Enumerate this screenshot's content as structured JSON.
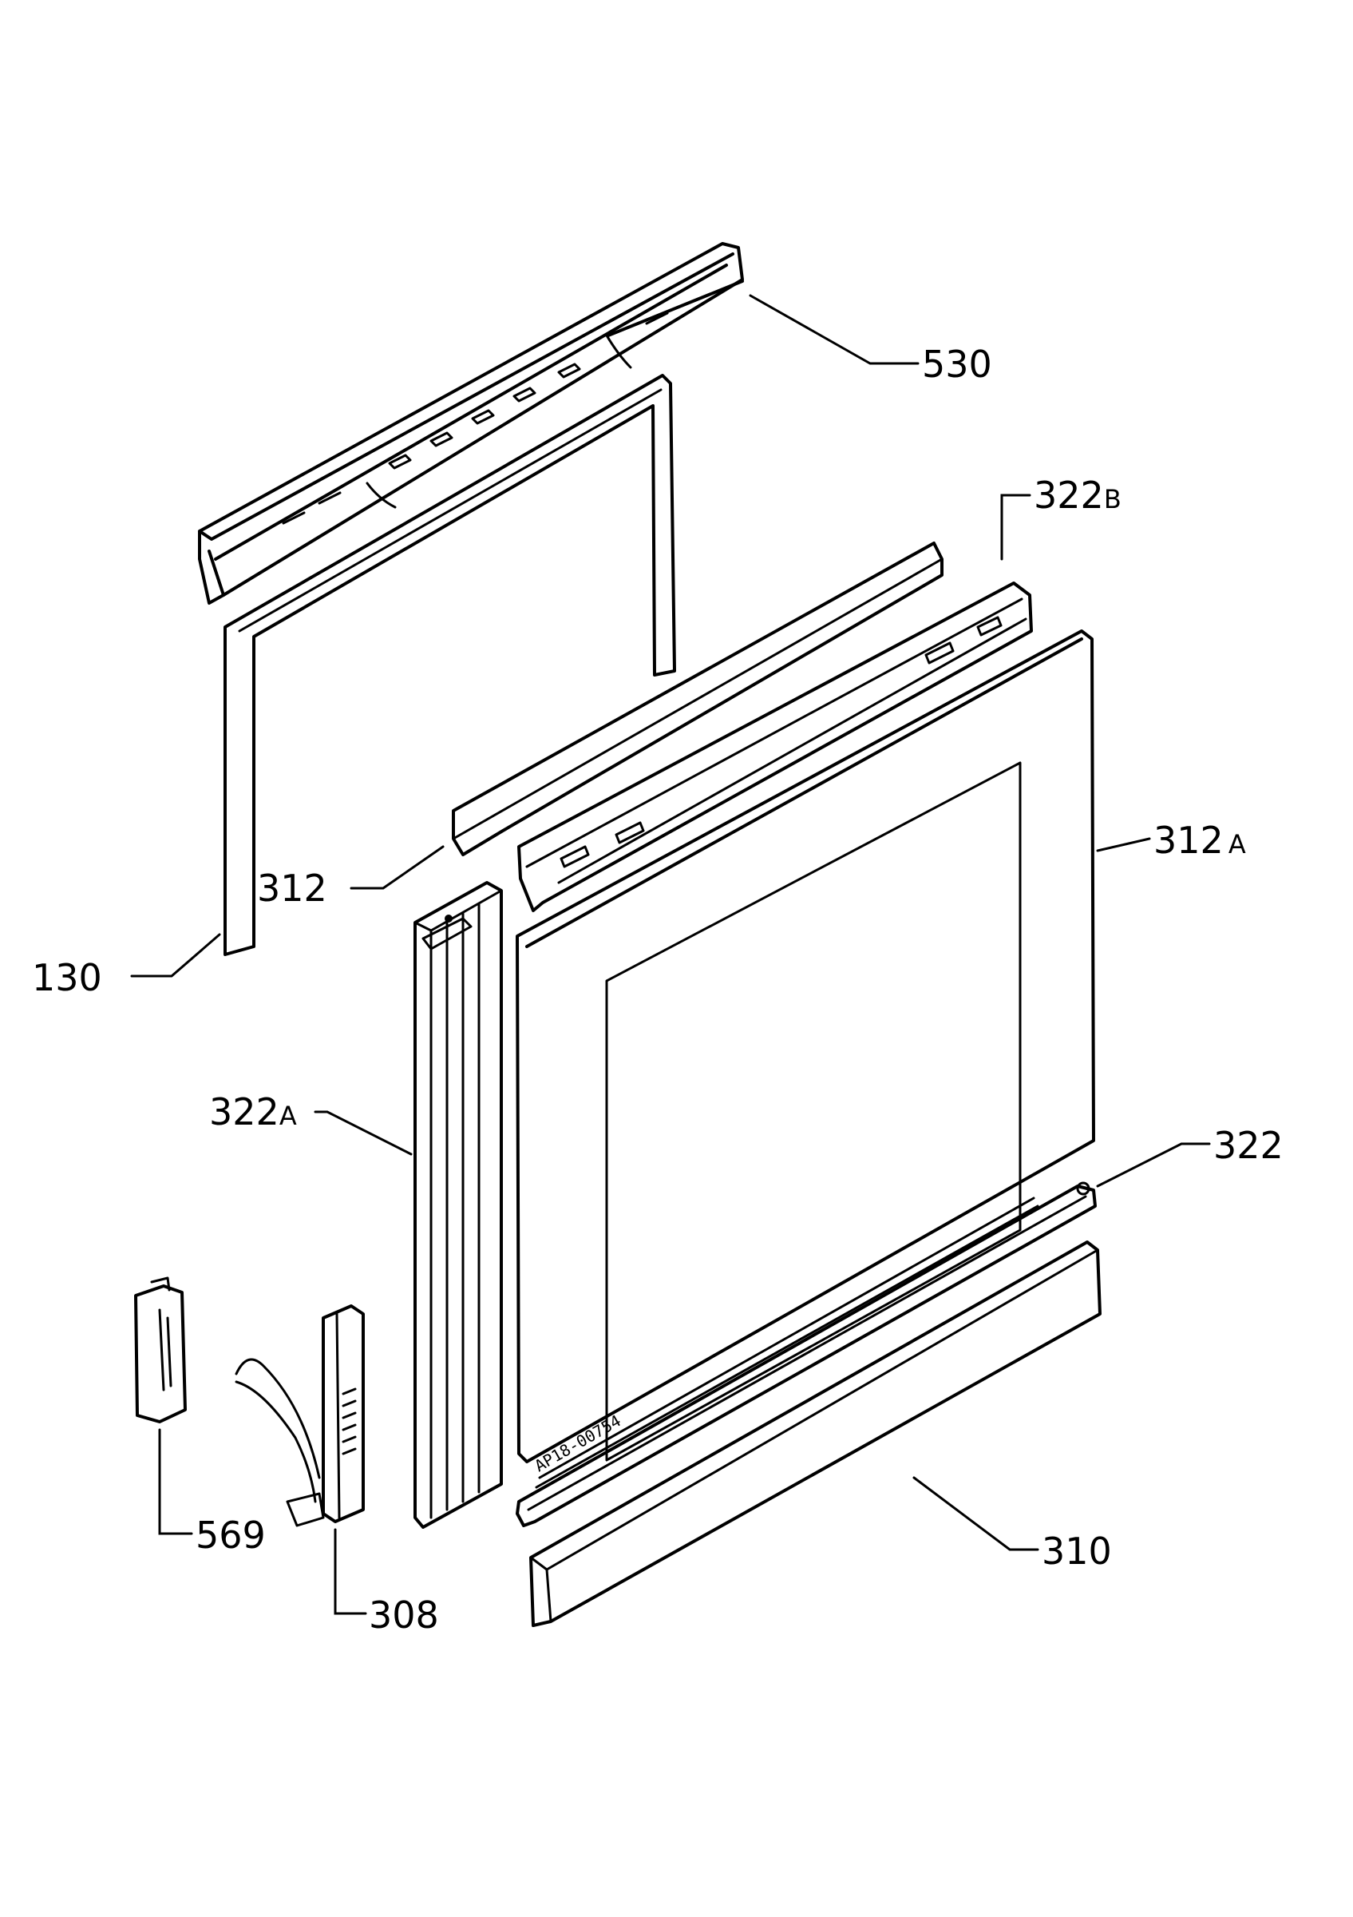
{
  "callouts": {
    "c530": {
      "main": "530",
      "sub": ""
    },
    "c322b": {
      "main": "322",
      "sub": "B"
    },
    "c312a": {
      "main": "312",
      "sub": "A"
    },
    "c312": {
      "main": "312",
      "sub": ""
    },
    "c130": {
      "main": "130",
      "sub": ""
    },
    "c322a": {
      "main": "322",
      "sub": "A"
    },
    "c322": {
      "main": "322",
      "sub": ""
    },
    "c569": {
      "main": "569",
      "sub": ""
    },
    "c310": {
      "main": "310",
      "sub": ""
    },
    "c308": {
      "main": "308",
      "sub": ""
    }
  },
  "stamp": "AP18-00754"
}
